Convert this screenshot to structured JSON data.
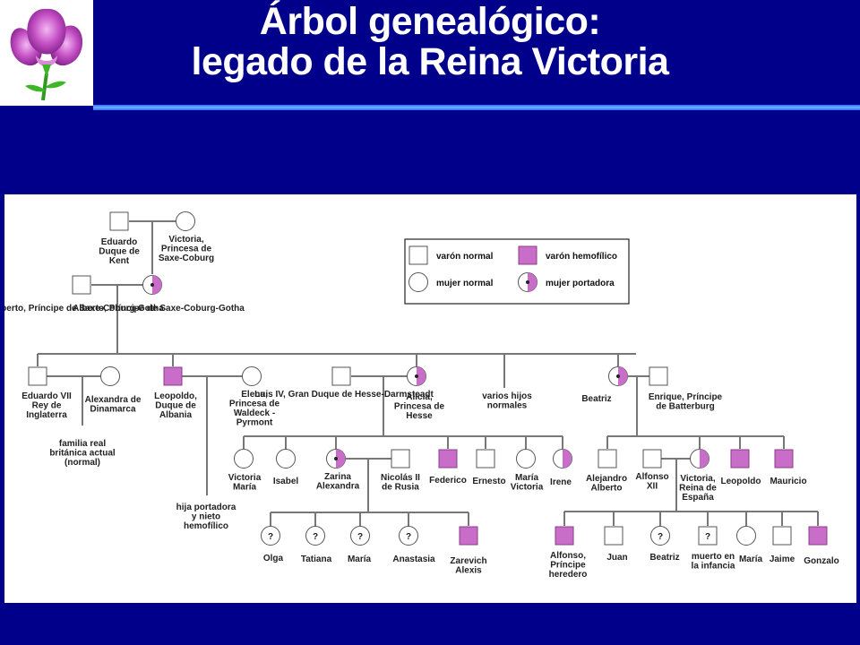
{
  "title": {
    "line1": "Árbol genealógico:",
    "line2": "legado de la Reina Victoria"
  },
  "colors": {
    "background": "#00008b",
    "panel": "#ffffff",
    "affected": "#c86ec8",
    "normal": "#ffffff",
    "line": "#777777",
    "accent_rule": "#4d9cff"
  },
  "legend": {
    "normal_male": "varón normal",
    "hemophilic_male": "varón hemofílico",
    "normal_female": "mujer normal",
    "carrier_female": "mujer portadora"
  },
  "unknown_mark": "?",
  "people": {
    "eduardo_kent": "Eduardo Duque de Kent",
    "victoria_saxe": "Victoria, Princesa de Saxe-Coburg",
    "alberto": "Alberto, Príncipe de Saxe-Coburg-Gotha",
    "victoria_queen": "Alberto, Príncipe de Saxe-Coburg-Gotha",
    "eduardo_vii": "Eduardo VII Rey de Inglaterra",
    "alexandra_dinamarca": "Alexandra de Dinamarca",
    "royal_family_note": "familia real británica actual (normal)",
    "leopoldo_albania": "Leopoldo, Duque de Albania",
    "elena_waldeck": "Elena, Princesa de Waldeck - Pyrmont",
    "carrier_daughter_note": "hija portadora y nieto hemofílico",
    "luis_iv": "Luis IV, Gran Duque de Hesse-Darmsteadt",
    "alicia_hesse": "Alicia, Princesa de Hesse",
    "varios_hijos": "varios hijos normales",
    "beatriz": "Beatriz",
    "enrique_batterburg": "Enrique, Príncipe de Batterburg",
    "victoria_maria": "Victoria María",
    "isabel": "Isabel",
    "zarina_alexandra": "Zarina Alexandra",
    "nicolas_ii": "Nicolás II de Rusia",
    "federico": "Federico",
    "ernesto": "Ernesto",
    "maria_victoria": "María Victoria",
    "irene": "Irene",
    "alejandro_alberto": "Alejandro Alberto",
    "alfonso_xii": "Alfonso XII",
    "victoria_espana": "Victoria, Reina de España",
    "leopoldo": "Leopoldo",
    "mauricio": "Mauricio",
    "olga": "Olga",
    "tatiana": "Tatiana",
    "maria_r": "María",
    "anastasia": "Anastasia",
    "zarevich_alexis": "Zarevich Alexis",
    "alfonso_heredero": "Alfonso, Príncipe heredero",
    "juan": "Juan",
    "beatriz_e": "Beatriz",
    "muerto_infancia": "muerto en la infancia",
    "maria_e": "María",
    "jaime": "Jaime",
    "gonzalo": "Gonzalo"
  }
}
